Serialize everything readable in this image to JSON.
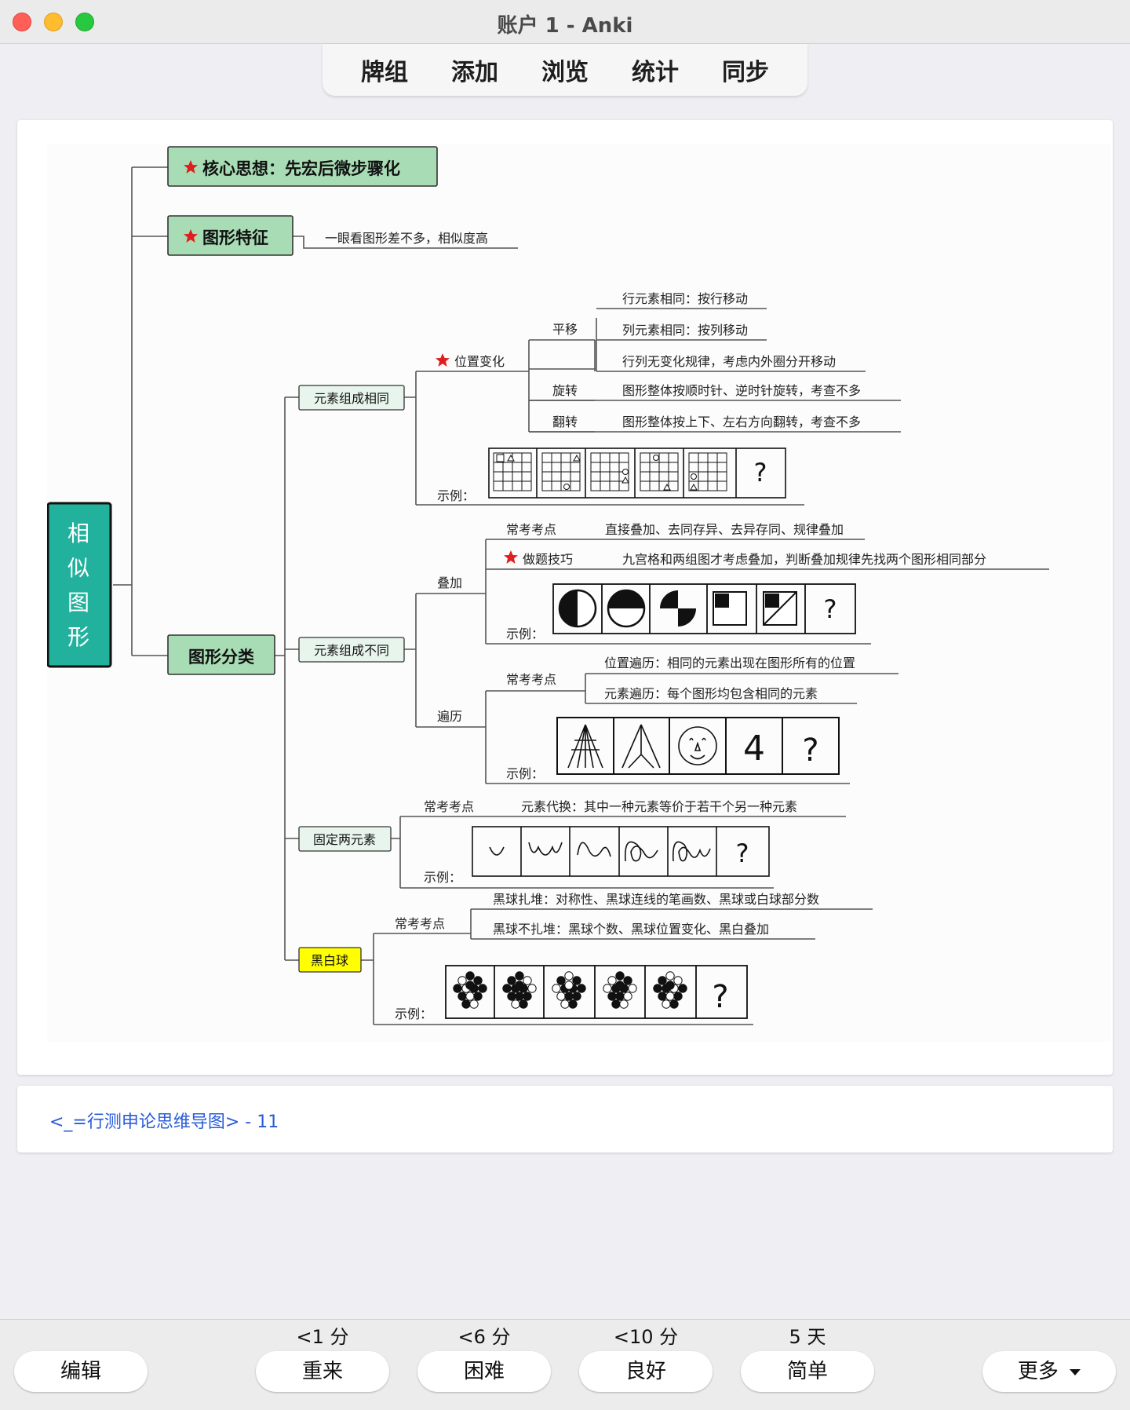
{
  "window": {
    "title": "账户 1 - Anki"
  },
  "toolbar": {
    "tabs": [
      "牌组",
      "添加",
      "浏览",
      "统计",
      "同步"
    ]
  },
  "mindmap": {
    "root": "相似图形",
    "core_idea": "核心思想：先宏后微步骤化",
    "feature": {
      "label": "图形特征",
      "desc": "一眼看图形差不多，相似度高"
    },
    "classify": {
      "label": "图形分类",
      "same": {
        "label": "元素组成相同",
        "position_change": "位置变化",
        "translate": "平移",
        "translate_rules": [
          "行元素相同：按行移动",
          "列元素相同：按列移动",
          "行列无变化规律，考虑内外圈分开移动"
        ],
        "rotate": "旋转",
        "rotate_desc": "图形整体按顺时针、逆时针旋转，考查不多",
        "flip": "翻转",
        "flip_desc": "图形整体按上下、左右方向翻转，考查不多",
        "example": "示例："
      },
      "diff": {
        "label": "元素组成不同",
        "overlay": "叠加",
        "overlay_points_label": "常考考点",
        "overlay_points": "直接叠加、去同存异、去异存同、规律叠加",
        "overlay_tip_label": "做题技巧",
        "overlay_tip": "九宫格和两组图才考虑叠加，判断叠加规律先找两个图形相同部分",
        "traverse": "遍历",
        "traverse_points_label": "常考考点",
        "traverse_points": [
          "位置遍历：相同的元素出现在图形所有的位置",
          "元素遍历：每个图形均包含相同的元素"
        ],
        "example": "示例："
      },
      "fixed": {
        "label": "固定两元素",
        "points_label": "常考考点",
        "points": "元素代换：其中一种元素等价于若干个另一种元素",
        "example": "示例："
      },
      "balls": {
        "label": "黑白球",
        "points_label": "常考考点",
        "points": [
          "黑球扎堆：对称性、黑球连线的笔画数、黑球或白球部分数",
          "黑球不扎堆：黑球个数、黑球位置变化、黑白叠加"
        ],
        "example": "示例："
      }
    },
    "question_mark": "?",
    "traverse_digit": "4"
  },
  "footer": {
    "deck_link": "<_=行测申论思维导图> - 11"
  },
  "answer": {
    "edit": "编辑",
    "more": "更多",
    "buttons": [
      {
        "label": "重来",
        "interval": "<1 分"
      },
      {
        "label": "困难",
        "interval": "<6 分"
      },
      {
        "label": "良好",
        "interval": "<10 分"
      },
      {
        "label": "简单",
        "interval": "5 天"
      }
    ]
  },
  "colors": {
    "node_green": "#a8dcb5",
    "root_teal": "#21b19c",
    "highlight_yellow": "#ffff00",
    "star_red": "#e01e1e",
    "link_blue": "#2a5bd7"
  }
}
